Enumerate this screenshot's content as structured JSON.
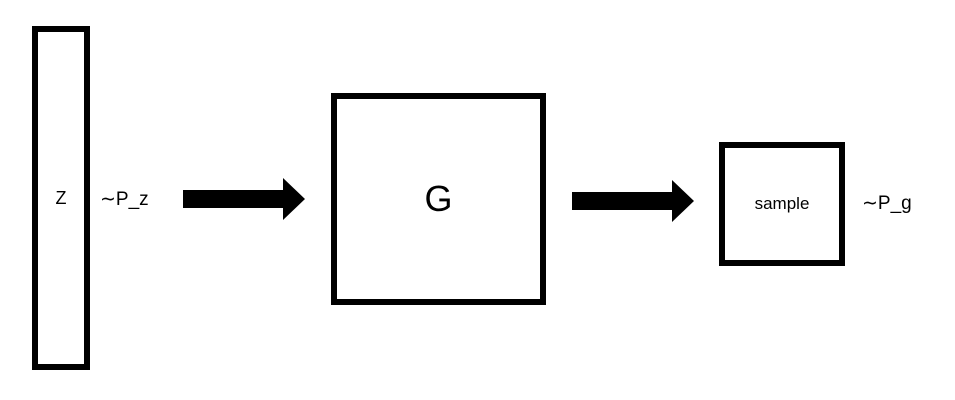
{
  "nodes": {
    "z": {
      "label": "Z"
    },
    "g": {
      "label": "G"
    },
    "sample": {
      "label": "sample"
    }
  },
  "annotations": {
    "z_distribution": "∼P_z",
    "sample_distribution": "∼P_g"
  },
  "colors": {
    "stroke": "#000000",
    "fill": "#ffffff",
    "arrow": "#000000"
  },
  "edges": [
    {
      "from": "z",
      "to": "g"
    },
    {
      "from": "g",
      "to": "sample"
    }
  ]
}
